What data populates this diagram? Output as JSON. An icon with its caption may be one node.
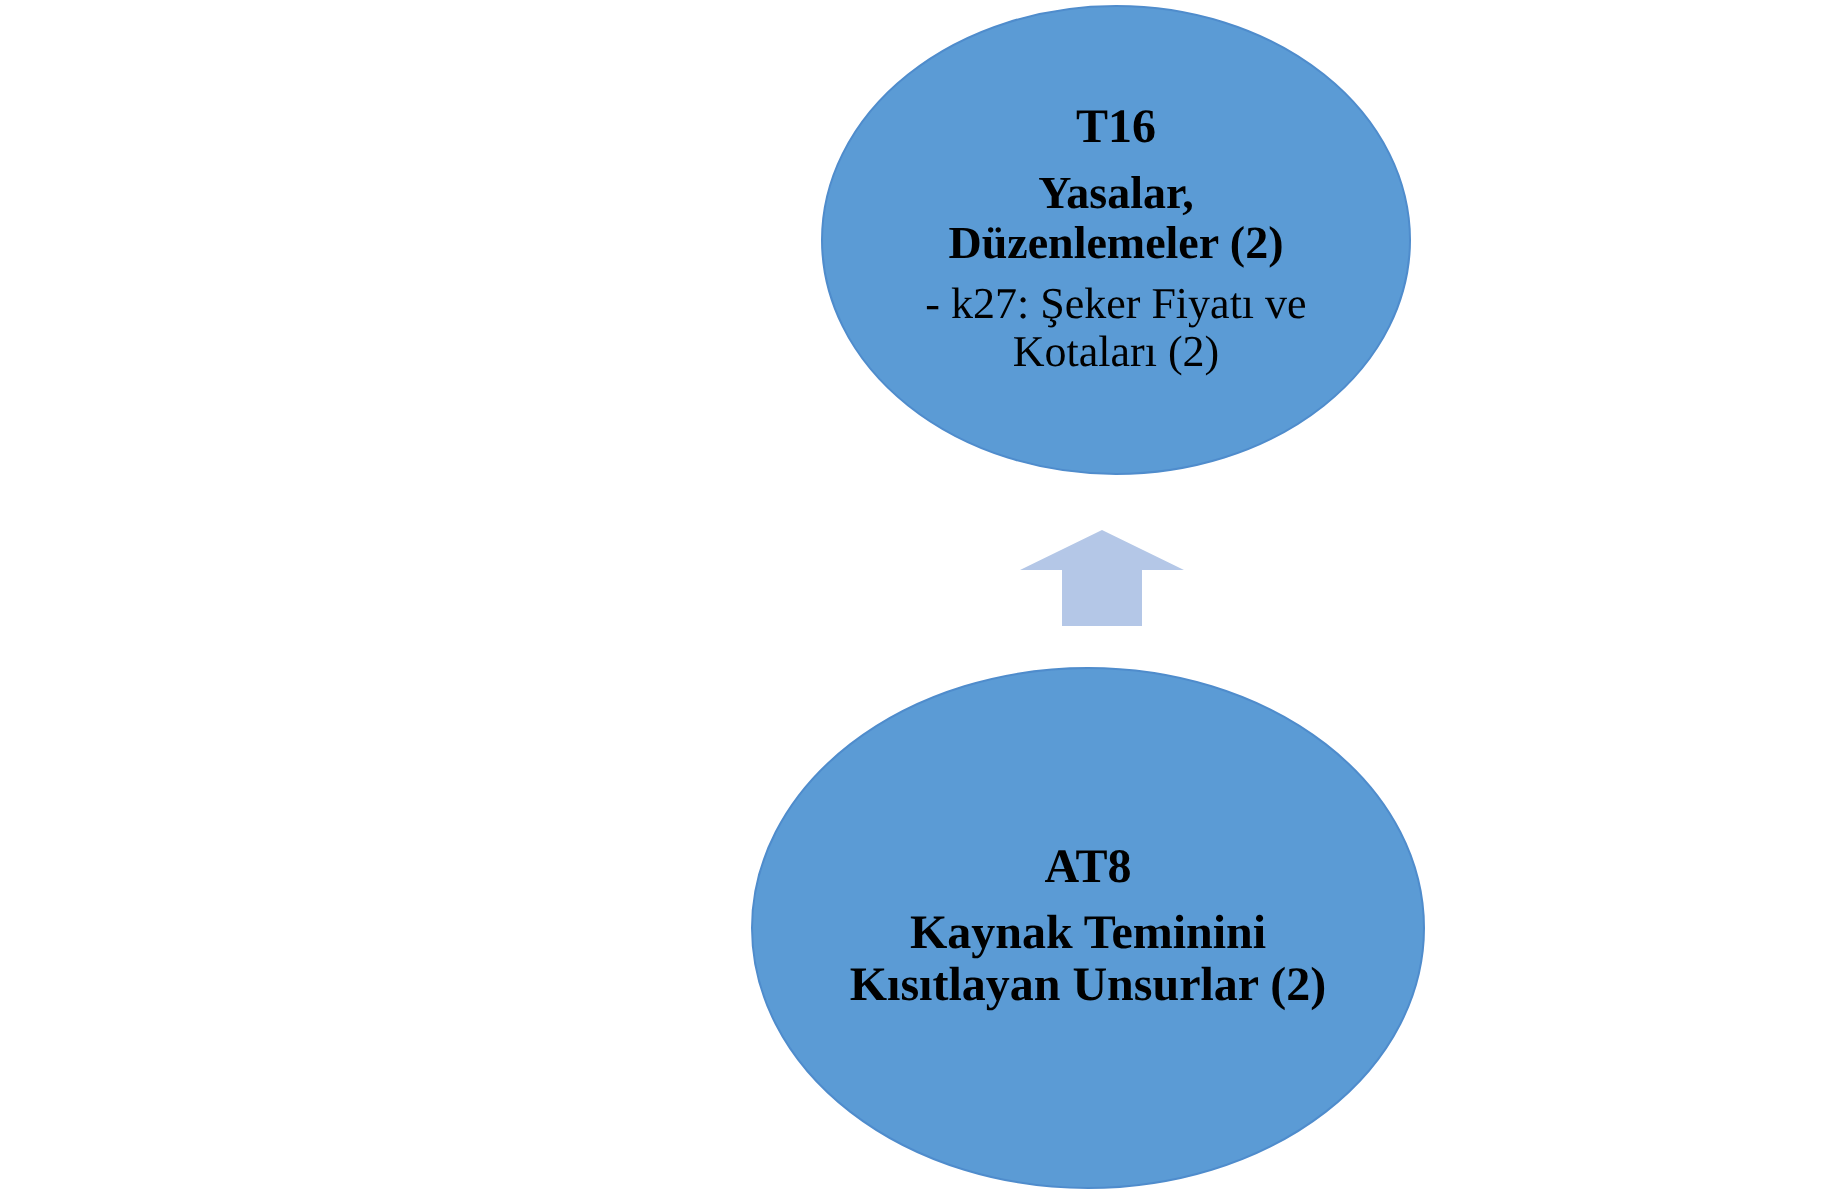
{
  "diagram": {
    "nodes": [
      {
        "text": [
          "T16",
          "Yasalar, Düzenlemeler (2)",
          "- k27: Şeker Fiyatı ve Kotaları (2)"
        ]
      },
      {
        "text": [
          "AT8",
          "Kaynak Teminini Kısıtlayan Unsurlar (2)"
        ]
      }
    ],
    "edges": [
      {
        "from": 1,
        "to": 0,
        "arrow": "to"
      }
    ]
  }
}
